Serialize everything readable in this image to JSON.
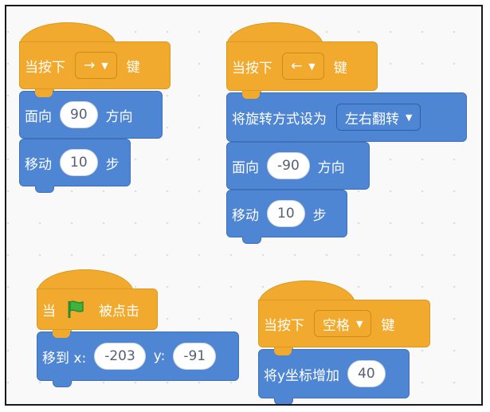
{
  "script1": {
    "hat": {
      "prefix": "当按下",
      "key": "→",
      "suffix": "键"
    },
    "face": {
      "prefix": "面向",
      "value": "90",
      "suffix": "方向"
    },
    "move": {
      "prefix": "移动",
      "value": "10",
      "suffix": "步"
    }
  },
  "script2": {
    "hat": {
      "prefix": "当按下",
      "key": "←",
      "suffix": "键"
    },
    "rotation": {
      "label": "将旋转方式设为",
      "value": "左右翻转"
    },
    "face": {
      "prefix": "面向",
      "value": "-90",
      "suffix": "方向"
    },
    "move": {
      "prefix": "移动",
      "value": "10",
      "suffix": "步"
    }
  },
  "script3": {
    "hat": {
      "prefix": "当",
      "suffix": "被点击"
    },
    "goto": {
      "prefix": "移到 x:",
      "x": "-203",
      "ylabel": "y:",
      "y": "-91"
    }
  },
  "script4": {
    "hat": {
      "prefix": "当按下",
      "key": "空格",
      "suffix": "键"
    },
    "changey": {
      "label": "将y坐标增加",
      "value": "40"
    }
  },
  "colors": {
    "event": "#f2aa2e",
    "motion": "#4f86d4",
    "flag": "#3fb33f"
  },
  "icons": {
    "dropdown": "caret-down-icon",
    "flag": "green-flag-icon"
  }
}
